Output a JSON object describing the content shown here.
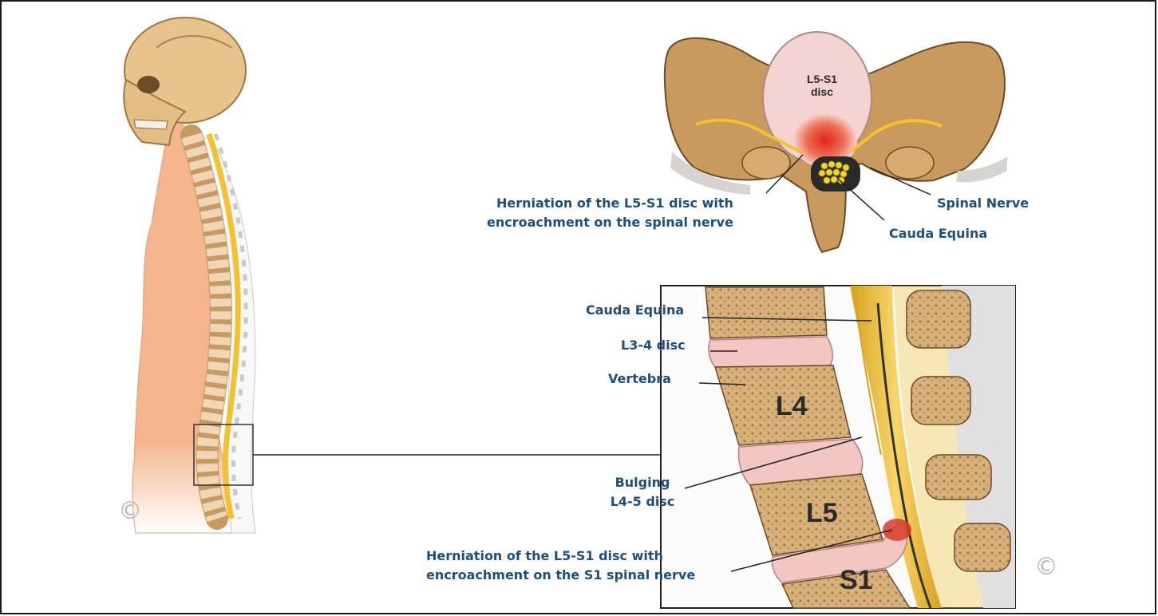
{
  "axial_view": {
    "disc_label_line1": "L5-S1",
    "disc_label_line2": "disc",
    "herniation_label_line1": "Herniation of the L5-S1 disc with",
    "herniation_label_line2": "encroachment on the spinal nerve",
    "spinal_nerve_label": "Spinal Nerve",
    "cauda_equina_label": "Cauda Equina"
  },
  "sagittal_view": {
    "cauda_equina_label": "Cauda Equina",
    "l3_4_disc_label": "L3-4 disc",
    "vertebra_label": "Vertebra",
    "bulging_label_line1": "Bulging",
    "bulging_label_line2": "L4-5 disc",
    "herniation_label_line1": "Herniation of the L5-S1 disc with",
    "herniation_label_line2": "encroachment on the S1 spinal nerve",
    "vertebra_l4": "L4",
    "vertebra_l5": "L5",
    "vertebra_s1": "S1"
  },
  "copyright_symbol_left": "©",
  "copyright_symbol_right": "©",
  "colors": {
    "label_blue": "#1d4f7c",
    "skin": "#f4b58c",
    "bone": "#d9b27a",
    "disc": "#f2c6c2",
    "nerve_yellow": "#f1c232",
    "herniation_red": "#d83a2a"
  }
}
